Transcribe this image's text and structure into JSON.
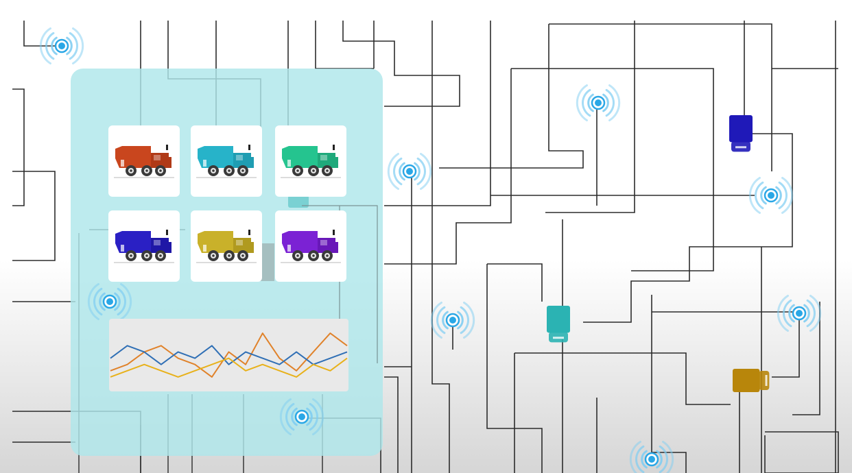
{
  "scene": {
    "background": "#ffffff",
    "panel_color": "#aee7ea",
    "line_color": "#2b2b2b",
    "signal_color": "#2aa7e6",
    "signal_wave_color": "#7fcdf2"
  },
  "trucks": [
    {
      "id": "red",
      "color": "#c9461e",
      "cab": "#b03a17"
    },
    {
      "id": "cyan",
      "color": "#27b3c9",
      "cab": "#1f9db2"
    },
    {
      "id": "green",
      "color": "#25c48f",
      "cab": "#1fa97b"
    },
    {
      "id": "blue",
      "color": "#2a20c4",
      "cab": "#1f17a6"
    },
    {
      "id": "yellow",
      "color": "#c9b12a",
      "cab": "#b09a1f"
    },
    {
      "id": "purple",
      "color": "#7b22d4",
      "cab": "#6818b8"
    }
  ],
  "map_trucks": [
    {
      "id": "navy-truck",
      "color": "#1f19b8",
      "direction": "down"
    },
    {
      "id": "teal-truck",
      "color": "#2bb3b3",
      "direction": "down"
    },
    {
      "id": "gold-truck",
      "color": "#b8860b",
      "direction": "right"
    }
  ],
  "sensor_count": 10,
  "chart_data": {
    "type": "line",
    "series": [
      {
        "color": "#e0822a",
        "values": [
          2,
          3,
          5,
          6,
          4,
          3,
          1,
          5,
          3,
          8,
          4,
          2,
          5,
          8,
          6
        ]
      },
      {
        "color": "#2f6fb5",
        "values": [
          4,
          6,
          5,
          3,
          5,
          4,
          6,
          3,
          5,
          4,
          3,
          5,
          3,
          4,
          5
        ]
      },
      {
        "color": "#e8b11a",
        "values": [
          1,
          2,
          3,
          2,
          1,
          2,
          3,
          4,
          2,
          3,
          2,
          1,
          3,
          2,
          4
        ]
      }
    ],
    "ylim": [
      0,
      9
    ]
  }
}
